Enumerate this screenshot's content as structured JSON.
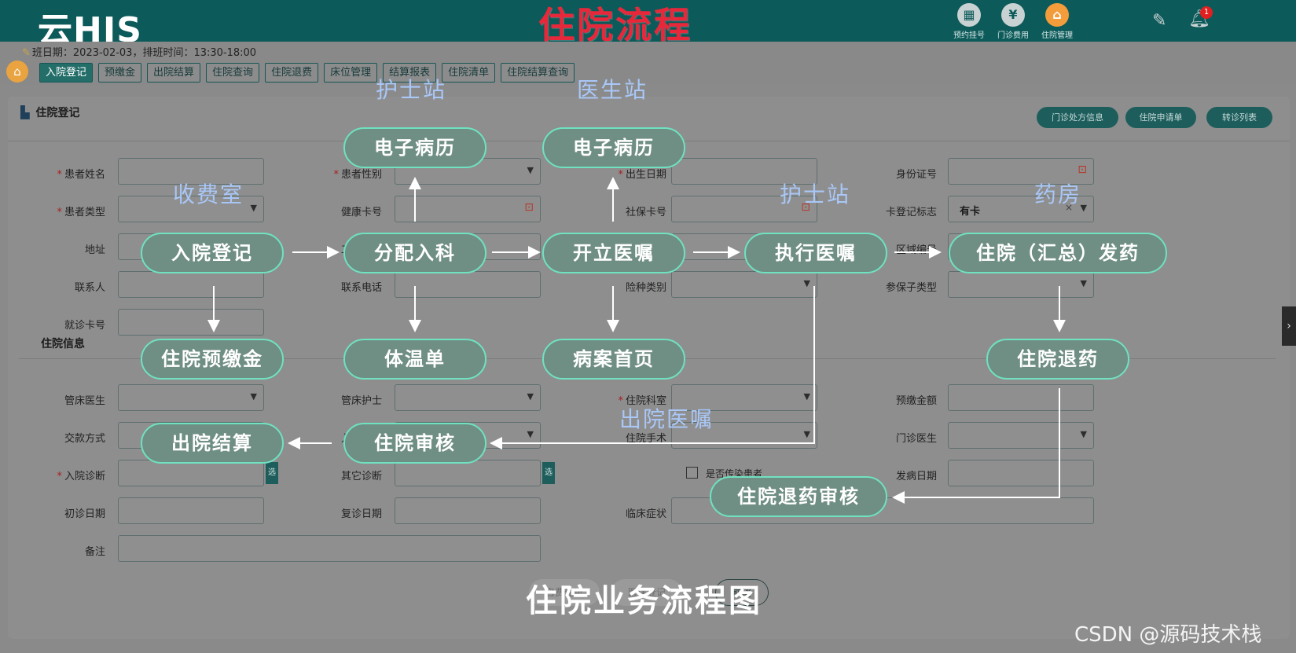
{
  "header": {
    "logo": "云HIS",
    "title": "住院流程",
    "buttons": [
      {
        "label": "预约挂号",
        "icon": "appointment-icon"
      },
      {
        "label": "门诊费用",
        "icon": "yen-icon"
      },
      {
        "label": "住院管理",
        "icon": "hospital-bed-icon"
      }
    ],
    "notification_count": "1"
  },
  "subheader": {
    "date_info": "班日期：2023-02-03，排班时间：13:30-18:00",
    "tabs": [
      "入院登记",
      "预缴金",
      "出院结算",
      "住院查询",
      "住院退费",
      "床位管理",
      "结算报表",
      "住院清单",
      "住院结算查询"
    ],
    "active_tab": "入院登记"
  },
  "panel": {
    "title": "住院登记",
    "buttons": [
      "门诊处方信息",
      "住院申请单",
      "转诊列表"
    ],
    "fields": {
      "patient_name": "患者姓名",
      "patient_gender": "患者性别",
      "birth_date": "出生日期",
      "id_number": "身份证号",
      "patient_type": "患者类型",
      "health_card": "健康卡号",
      "social_security": "社保卡号",
      "card_flag": "卡登记标志",
      "card_flag_value": "有卡",
      "address": "地址",
      "work_unit": "工作单位",
      "region_code": "区域编号",
      "contact": "联系人",
      "contact_phone": "联系电话",
      "insurance_type": "险种类别",
      "insurance_subtype": "参保子类型",
      "visit_card": "就诊卡号",
      "bed_doctor": "管床医生",
      "bed_nurse": "管床护士",
      "ward": "住院科室",
      "deposit": "预缴金额",
      "payment_method": "交款方式",
      "admit_status": "入院状态",
      "surgery": "住院手术",
      "outpatient_doctor": "门诊医生",
      "admit_diagnosis": "入院诊断",
      "other_diagnosis": "其它诊断",
      "infectious": "是否传染患者",
      "onset_date": "发病日期",
      "first_visit": "初诊日期",
      "revisit": "复诊日期",
      "symptoms": "临床症状",
      "remarks": "备注",
      "select_btn": "选"
    },
    "section_inpatient": "住院信息",
    "bottom_buttons": {
      "self_pay": "自费登记",
      "insured": "医保登记",
      "cancel": "取消"
    }
  },
  "flow": {
    "stations": {
      "nurse1": "护士站",
      "doctor": "医生站",
      "cashier": "收费室",
      "nurse2": "护士站",
      "pharmacy": "药房",
      "discharge_order": "出院医嘱"
    },
    "nodes": {
      "emr1": "电子病历",
      "emr2": "电子病历",
      "admission": "入院登记",
      "assign": "分配入科",
      "orders": "开立医嘱",
      "execute": "执行医嘱",
      "dispense": "住院（汇总）发药",
      "prepay": "住院预缴金",
      "temperature": "体温单",
      "front_page": "病案首页",
      "return_drug": "住院退药",
      "settle": "出院结算",
      "audit": "住院审核",
      "return_audit": "住院退药审核"
    },
    "caption": "住院业务流程图"
  },
  "watermark": "CSDN @源码技术栈"
}
